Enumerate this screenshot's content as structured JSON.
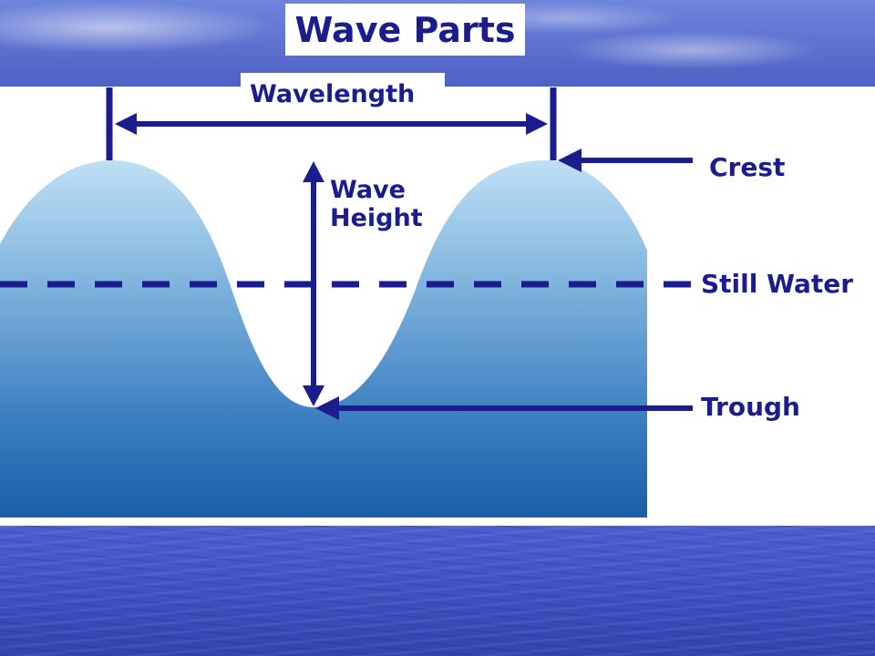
{
  "title": "Wave Parts",
  "labels": {
    "wavelength": "Wavelength",
    "wave_height_line1": "Wave",
    "wave_height_line2": "Height",
    "crest": "Crest",
    "still_water": "Still Water",
    "trough": "Trough"
  },
  "colors": {
    "label_text": "#1b1d8e",
    "arrow": "#1b1d8e",
    "water_top": "#b9dcf3",
    "water_bottom": "#1a5ca8"
  }
}
